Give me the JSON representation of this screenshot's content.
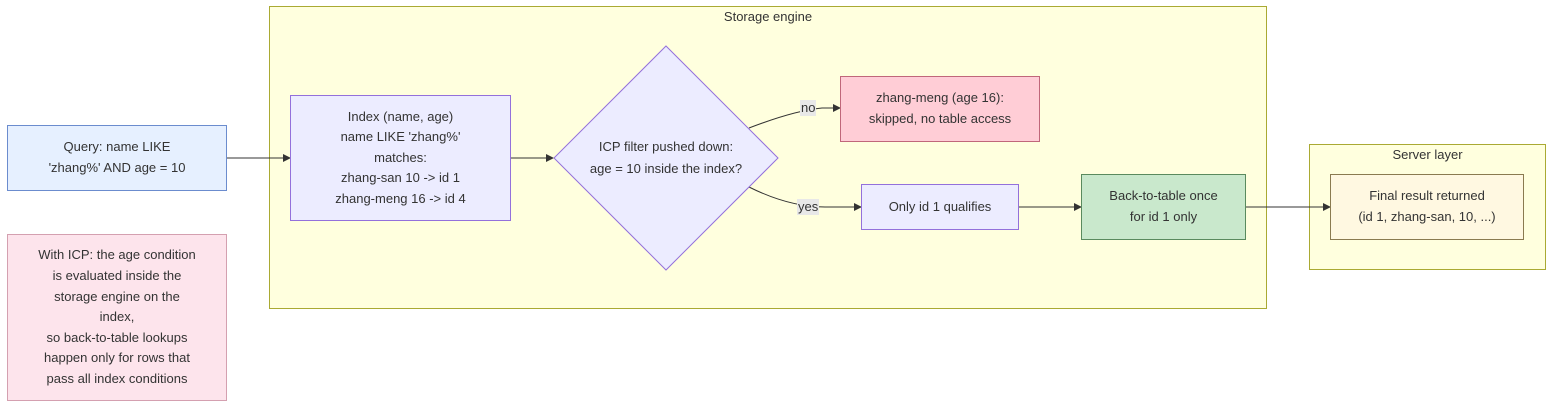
{
  "clusters": {
    "storage_engine": {
      "title": "Storage engine"
    },
    "server_layer": {
      "title": "Server layer"
    }
  },
  "nodes": {
    "query": {
      "lines": [
        "Query: name LIKE",
        "'zhang%' AND age = 10"
      ]
    },
    "note": {
      "lines": [
        "With ICP: the age condition",
        "is evaluated inside the",
        "storage engine on the",
        "index,",
        "so back-to-table lookups",
        "happen only for rows that",
        "pass all index conditions"
      ]
    },
    "index": {
      "lines": [
        "Index (name, age)",
        "name LIKE 'zhang%'",
        "matches:",
        "zhang-san 10 -> id 1",
        "zhang-meng 16 -> id 4"
      ]
    },
    "icp": {
      "lines": [
        "ICP filter pushed down:",
        "age = 10 inside the index?"
      ]
    },
    "skipped": {
      "lines": [
        "zhang-meng (age 16):",
        "skipped, no table access"
      ]
    },
    "qualifies": {
      "lines": [
        "Only id 1 qualifies"
      ]
    },
    "back_to_table": {
      "lines": [
        "Back-to-table once",
        "for id 1 only"
      ]
    },
    "final": {
      "lines": [
        "Final result returned",
        "(id 1, zhang-san, 10, ...)"
      ]
    }
  },
  "edge_labels": {
    "no": "no",
    "yes": "yes"
  },
  "colors": {
    "cluster_fill": "#ffffde",
    "cluster_border": "#aaaa33",
    "node_fill": "#ececff",
    "node_border": "#9370db",
    "query_fill": "#e6f0ff",
    "query_border": "#6b8cce",
    "note_fill": "#fde4ec",
    "note_border": "#d4a0b0",
    "skipped_fill": "#ffcdd6",
    "skipped_border": "#c0677a",
    "back_fill": "#c9e8cc",
    "back_border": "#5a8a5e",
    "final_fill": "#fff8e1",
    "final_border": "#8a7a50",
    "edge": "#333333"
  }
}
